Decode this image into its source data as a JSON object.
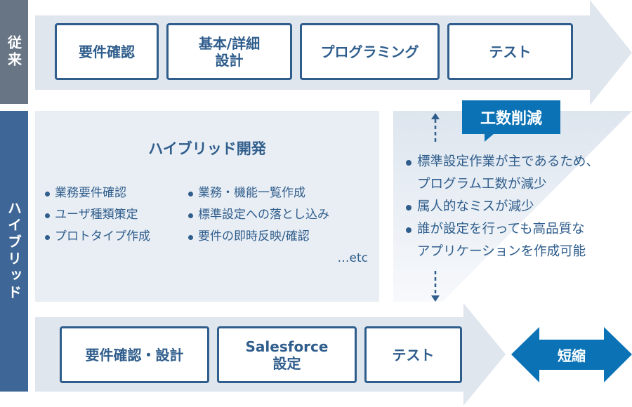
{
  "traditional": {
    "label": "従来",
    "steps": [
      "要件確認",
      "基本/詳細\n設計",
      "プログラミング",
      "テスト"
    ]
  },
  "hybrid": {
    "label": "ハイブリッド",
    "panel_title": "ハイブリッド開発",
    "left_items": [
      "業務要件確認",
      "ユーザ種類策定",
      "プロトタイプ作成"
    ],
    "right_items": [
      "業務・機能一覧作成",
      "標準設定への落とし込み",
      "要件の即時反映/確認"
    ],
    "etc": "…etc",
    "steps": [
      "要件確認・設計",
      "Salesforce\n設定",
      "テスト"
    ]
  },
  "reduction": {
    "badge": "工数削減",
    "points": [
      "標準設定作業が主であるため、\nプログラム工数が減少",
      "属人的なミスが減少",
      "誰が設定を行っても高品質な\nアプリケーションを作成可能"
    ]
  },
  "shorten_label": "短縮",
  "colors": {
    "gray": "#677585",
    "blue": "#3e6797",
    "arrow": "#dfe6ee",
    "accent": "#0a72b5"
  }
}
